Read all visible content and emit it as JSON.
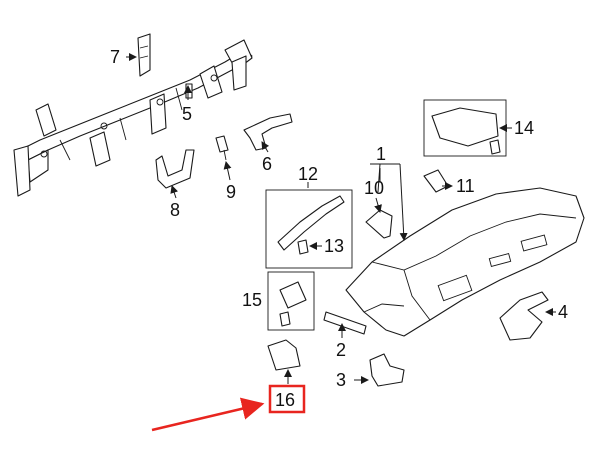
{
  "callouts": {
    "c1": "1",
    "c2": "2",
    "c3": "3",
    "c4": "4",
    "c5": "5",
    "c6": "6",
    "c7": "7",
    "c8": "8",
    "c9": "9",
    "c10": "10",
    "c11": "11",
    "c12": "12",
    "c13": "13",
    "c14": "14",
    "c15": "15",
    "c16": "16"
  },
  "colors": {
    "linework": "#1a1a1a",
    "highlight": "#e8251f",
    "background": "#ffffff"
  }
}
